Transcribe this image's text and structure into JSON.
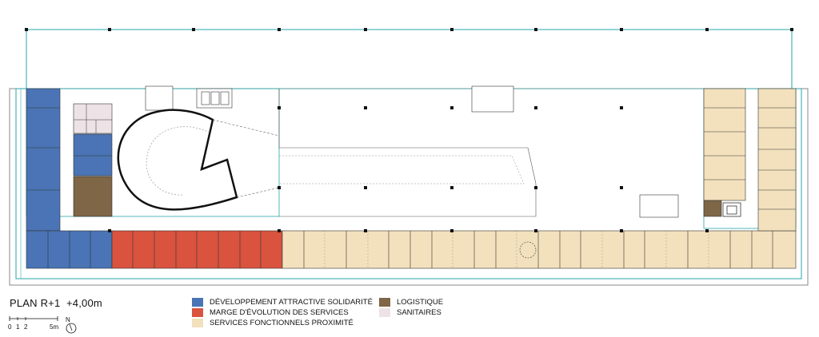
{
  "plan": {
    "title": "PLAN R+1",
    "level": "+4,00m",
    "scale_ticks": [
      "0",
      "1",
      "2",
      "5m"
    ],
    "north": "N"
  },
  "legend": [
    {
      "label": "DÉVELOPPEMENT ATTRACTIVE SOLIDARITÉ",
      "color": "#4a74b5"
    },
    {
      "label": "MARGE D'ÉVOLUTION DES SERVICES",
      "color": "#d9533f"
    },
    {
      "label": "SERVICES FONCTIONNELS PROXIMITÉ",
      "color": "#f3e1bd"
    },
    {
      "label": "LOGISTIQUE",
      "color": "#7e6647"
    },
    {
      "label": "SANITAIRES",
      "color": "#ede3e6"
    }
  ],
  "colors": {
    "outline_cyan": "#2aa5a8",
    "wall": "#111111",
    "blue": "#4a74b5",
    "red": "#d9533f",
    "beige": "#f3e1bd",
    "brown": "#7e6647",
    "pink": "#ede3e6"
  }
}
